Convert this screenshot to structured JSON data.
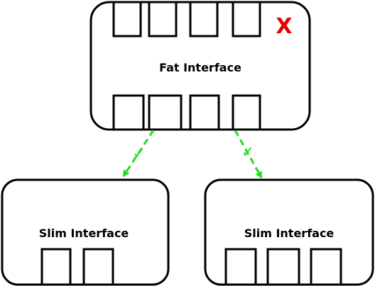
{
  "diagram": {
    "fat_interface": {
      "label": "Fat Interface",
      "reject_mark": "X",
      "top_ports": 4,
      "bottom_ports": 4
    },
    "slim_interfaces": [
      {
        "label": "Slim Interface",
        "ports": 2
      },
      {
        "label": "Slim Interface",
        "ports": 3
      }
    ],
    "arrows": [
      {
        "mark": "✓"
      },
      {
        "mark": "✓"
      }
    ],
    "colors": {
      "stroke": "#000000",
      "reject": "#e60000",
      "arrow": "#22dd22"
    }
  }
}
